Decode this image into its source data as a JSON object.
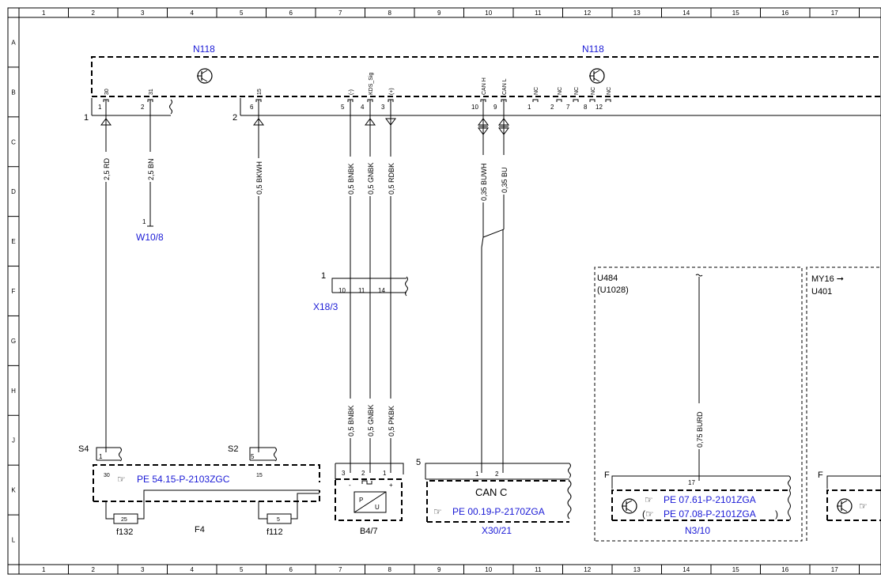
{
  "grid": {
    "columns": [
      "1",
      "2",
      "3",
      "4",
      "5",
      "6",
      "7",
      "8",
      "9",
      "10",
      "11",
      "12",
      "13",
      "14",
      "15",
      "16",
      "17"
    ],
    "rows": [
      "A",
      "B",
      "C",
      "D",
      "E",
      "F",
      "G",
      "H",
      "J",
      "K",
      "L"
    ]
  },
  "components": {
    "n118_left": "N118",
    "n118_right": "N118",
    "w10_8": "W10/8",
    "x18_3": "X18/3",
    "b4_7": "B4/7",
    "x30_21": "X30/21",
    "n3_10": "N3/10",
    "f4": "F4",
    "f132": "f132",
    "f112": "f112",
    "s4": "S4",
    "s2": "S2",
    "u484": "U484",
    "u1028": "(U1028)",
    "my16": "MY16 ➞",
    "u401": "U401",
    "can_c": "CAN C"
  },
  "refs": {
    "pe_54": "PE 54.15-P-2103ZGC",
    "pe_00": "PE 00.19-P-2170ZGA",
    "pe_07_61": "PE 07.61-P-2101ZGA",
    "pe_07_08": "PE 07.08-P-2101ZGA"
  },
  "wires": {
    "w1": "2,5 RD",
    "w2": "2,5 BN",
    "w3": "0,5 BKWH",
    "w4": "0,5 BNBK",
    "w5": "0,5 GNBK",
    "w6": "0,5 RDBK",
    "w7": "0,35 BUWH",
    "w8": "0,35 BU",
    "w9": "0,5 BNBK",
    "w10": "0,5 GNBK",
    "w11": "0,5 PKBK",
    "w12": "0,75 BURD"
  },
  "connectors": {
    "c1": "1",
    "c2": "2",
    "p30": "30",
    "p31": "31",
    "p15": "15",
    "pminus": "(-)",
    "pkds": "KDS_Sig",
    "pplus": "(+)",
    "pcanh": "CAN H",
    "pcanl": "CAN L",
    "pnc": "NC",
    "n1": "1",
    "n2": "2",
    "n6": "6",
    "n5": "5",
    "n4": "4",
    "n3": "3",
    "n10": "10",
    "n9": "9",
    "n7": "7",
    "n8": "8",
    "n12": "12",
    "x1": "1",
    "x10": "10",
    "x11": "11",
    "x14": "14",
    "w1pin": "1",
    "s4p1": "1",
    "s4p30": "30",
    "s2p5": "5",
    "s2p15": "15",
    "b3": "3",
    "b2": "2",
    "b1": "1",
    "bminus": "-",
    "bplus": "+",
    "cc5": "5",
    "cc1": "1",
    "cc2": "2",
    "fuse25": "25",
    "fuse5": "5",
    "n17": "17",
    "fL": "F",
    "fR": "F",
    "pu_p": "P",
    "pu_u": "U"
  }
}
